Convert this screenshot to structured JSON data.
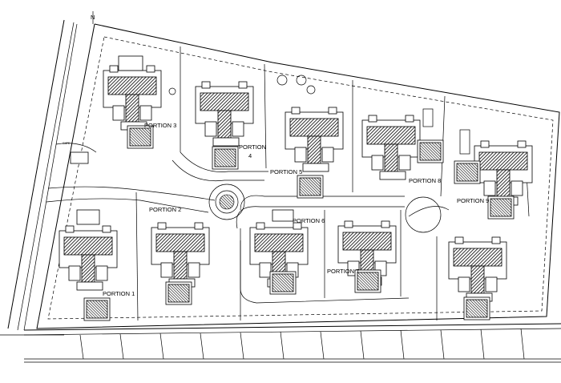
{
  "diagram": {
    "north_mark": "N",
    "portions": [
      {
        "id": "p1",
        "label": "PORTION 1"
      },
      {
        "id": "p2",
        "label": "PORTION 2"
      },
      {
        "id": "p3",
        "label": "PORTION 3"
      },
      {
        "id": "p4a",
        "label": "PORTION"
      },
      {
        "id": "p4b",
        "label": "4"
      },
      {
        "id": "p5",
        "label": "PORTION 5"
      },
      {
        "id": "p6",
        "label": "PORTION 6"
      },
      {
        "id": "p7",
        "label": "PORTION 7"
      },
      {
        "id": "p8",
        "label": "PORTION 8"
      },
      {
        "id": "p9",
        "label": "PORTION 9"
      }
    ],
    "colors": {
      "line": "#000000",
      "background": "#ffffff"
    }
  }
}
